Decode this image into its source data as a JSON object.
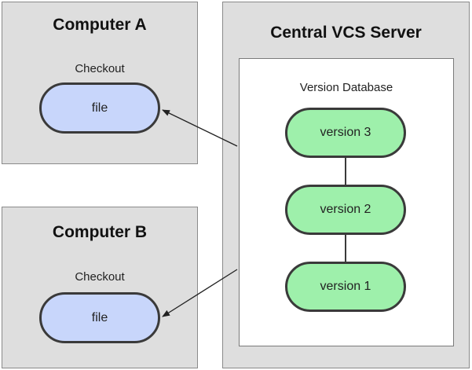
{
  "computer_a": {
    "title": "Computer A",
    "checkout_label": "Checkout",
    "file_label": "file"
  },
  "computer_b": {
    "title": "Computer B",
    "checkout_label": "Checkout",
    "file_label": "file"
  },
  "server": {
    "title": "Central VCS Server",
    "database_label": "Version Database",
    "versions": [
      "version 3",
      "version 2",
      "version 1"
    ]
  },
  "colors": {
    "panel_bg": "#dedede",
    "file_fill": "#c8d6fb",
    "version_fill": "#9ef0ab",
    "outline": "#3a3a3a"
  }
}
